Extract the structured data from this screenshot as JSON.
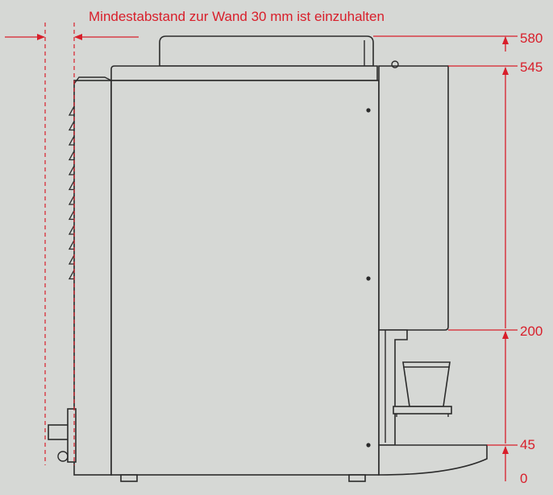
{
  "note": "Mindestabstand zur Wand 30 mm ist einzuhalten",
  "dimensions": [
    "580",
    "545",
    "200",
    "45",
    "0"
  ],
  "colors": {
    "background": "#d6d8d5",
    "dimension": "#d81e2a",
    "outline": "#2b2b2b"
  }
}
